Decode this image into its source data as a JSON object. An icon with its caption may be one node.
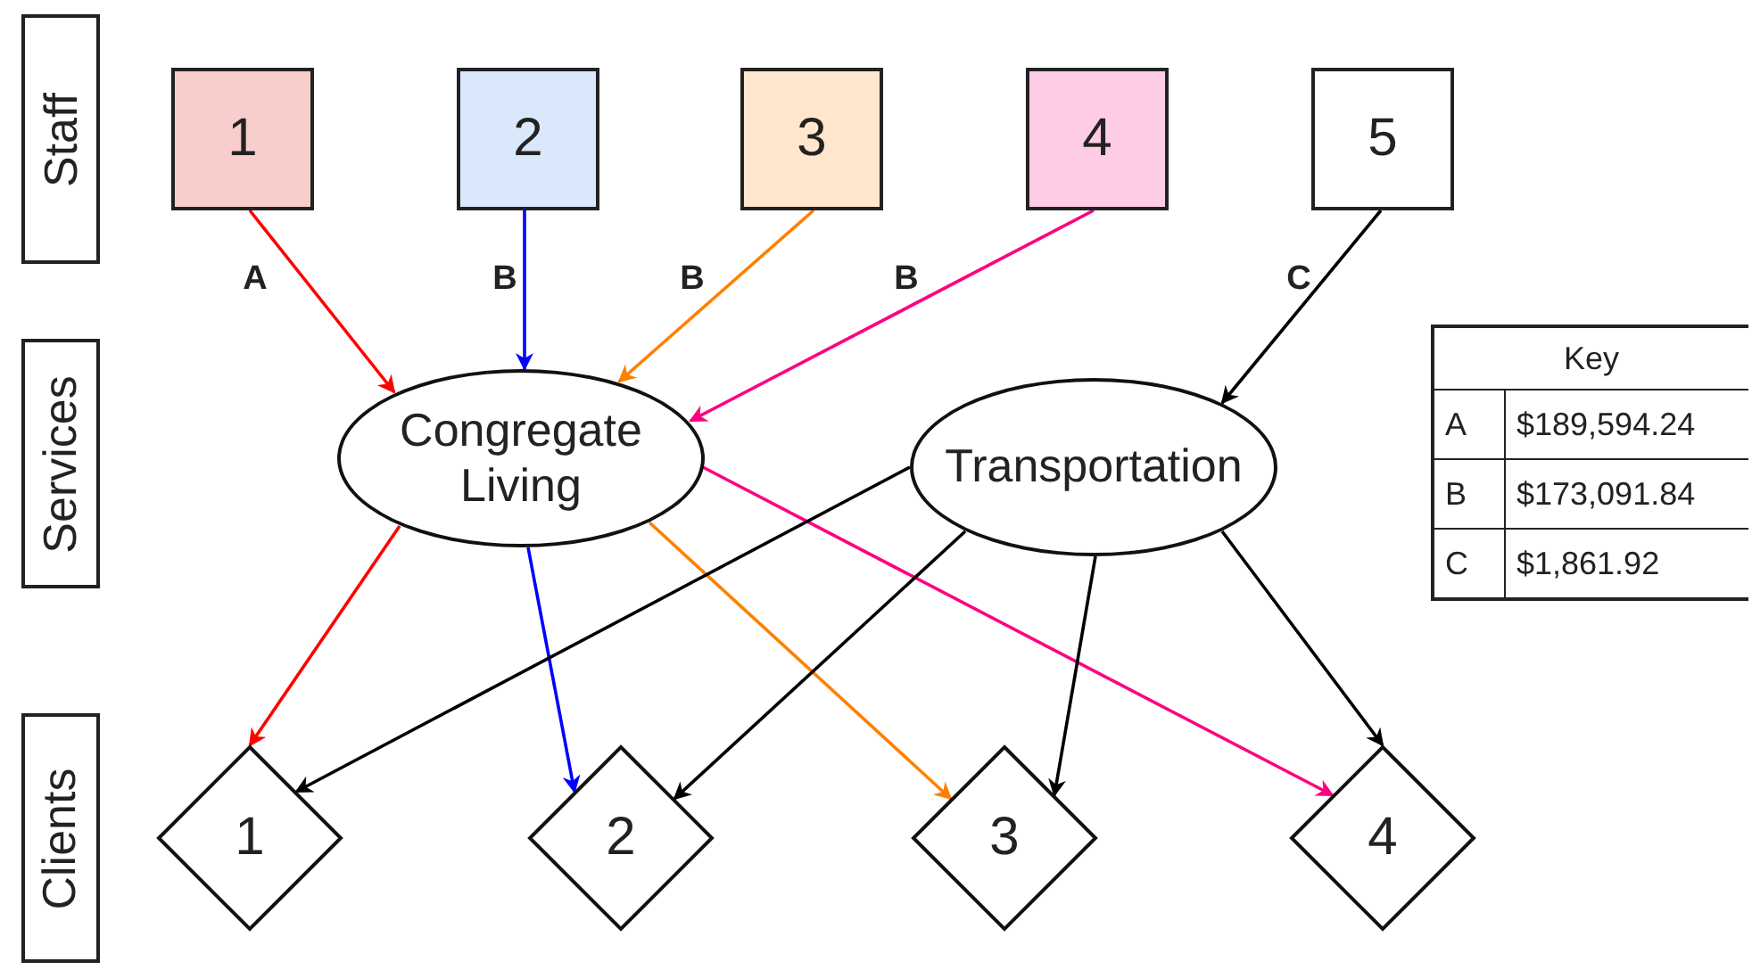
{
  "diagram": {
    "nodes": [
      {
        "text": [
          "Staff"
        ]
      },
      {
        "text": [
          "Services"
        ]
      },
      {
        "text": [
          "Clients"
        ]
      },
      {
        "text": [
          "1"
        ]
      },
      {
        "text": [
          "2"
        ]
      },
      {
        "text": [
          "3"
        ]
      },
      {
        "text": [
          "4"
        ]
      },
      {
        "text": [
          "5"
        ]
      },
      {
        "text": [
          "Congregate Living"
        ]
      },
      {
        "text": [
          "Transportation"
        ]
      },
      {
        "text": [
          "1"
        ]
      },
      {
        "text": [
          "2"
        ]
      },
      {
        "text": [
          "3"
        ]
      },
      {
        "text": [
          "4"
        ]
      }
    ],
    "edges": [
      {
        "from": 3,
        "to": 8,
        "arrow": "to",
        "label": "A",
        "color": "#ff0000"
      },
      {
        "from": 4,
        "to": 8,
        "arrow": "to",
        "label": "B",
        "color": "#0000ff"
      },
      {
        "from": 5,
        "to": 8,
        "arrow": "to",
        "label": "B",
        "color": "#ff8000"
      },
      {
        "from": 6,
        "to": 8,
        "arrow": "to",
        "label": "B",
        "color": "#ff0080"
      },
      {
        "from": 7,
        "to": 9,
        "arrow": "to",
        "label": "C"
      },
      {
        "from": 8,
        "to": 10,
        "arrow": "to",
        "color": "#ff0000"
      },
      {
        "from": 8,
        "to": 11,
        "arrow": "to",
        "color": "#0000ff"
      },
      {
        "from": 8,
        "to": 12,
        "arrow": "to",
        "color": "#ff8000"
      },
      {
        "from": 8,
        "to": 13,
        "arrow": "to",
        "color": "#ff0080"
      },
      {
        "from": 9,
        "to": 10,
        "arrow": "to"
      },
      {
        "from": 9,
        "to": 11,
        "arrow": "to"
      },
      {
        "from": 9,
        "to": 12,
        "arrow": "to"
      },
      {
        "from": 9,
        "to": 13,
        "arrow": "to"
      }
    ],
    "labels": [
      "Key",
      "A",
      "$189,594.24",
      "B",
      "$173,091.84",
      "C",
      "$1,861.92"
    ]
  }
}
